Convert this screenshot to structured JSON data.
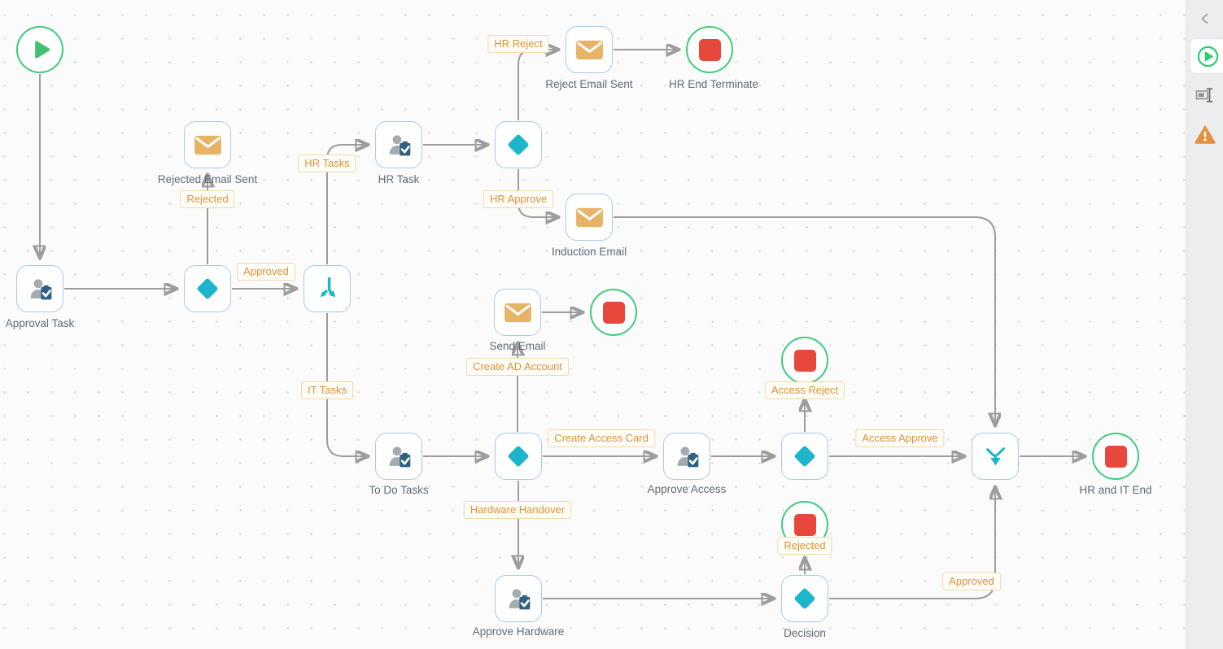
{
  "workflow": {
    "nodes": {
      "approval_task": "Approval Task",
      "rejected_email_sent": "Rejected Email Sent",
      "hr_task": "HR Task",
      "reject_email_sent": "Reject Email Sent",
      "hr_end_terminate": "HR End Terminate",
      "induction_email": "Induction Email",
      "send_email": "Send Email",
      "to_do_tasks": "To Do Tasks",
      "approve_access": "Approve Access",
      "hr_and_it_end": "HR and IT End",
      "approve_hardware": "Approve Hardware",
      "decision": "Decision"
    },
    "edge_labels": {
      "rejected": "Rejected",
      "approved": "Approved",
      "hr_tasks": "HR Tasks",
      "hr_reject": "HR Reject",
      "hr_approve": "HR Approve",
      "create_ad_account": "Create AD Account",
      "it_tasks": "IT Tasks",
      "create_access_card": "Create Access Card",
      "hardware_handover": "Hardware Handover",
      "access_reject": "Access Reject",
      "access_approve": "Access Approve",
      "hw_rejected": "Rejected",
      "hw_approved": "Approved"
    },
    "icons": {
      "start": "play-icon",
      "user_task": "user-clipboard-icon",
      "email": "envelope-icon",
      "decision": "diamond-icon",
      "fork": "split-arrows-icon",
      "join": "merge-arrows-icon",
      "end": "stop-square-icon"
    }
  },
  "sidebar": {
    "icons": {
      "collapse": "chevron-left-icon",
      "run": "play-circle-icon",
      "rename": "text-field-icon",
      "warning": "warning-triangle-icon"
    }
  },
  "colors": {
    "node_border": "#a6cbe9",
    "teal": "#1db5c9",
    "envelope": "#e7b366",
    "green": "#3ecb7c",
    "red": "#e8473c",
    "label_text": "#de9232",
    "label_border": "#f2d8a8",
    "edge": "#9d9d9d",
    "node_text": "#5f6b76",
    "canvas_bg": "#fbfbfb",
    "sidebar_bg": "#ecedee"
  }
}
